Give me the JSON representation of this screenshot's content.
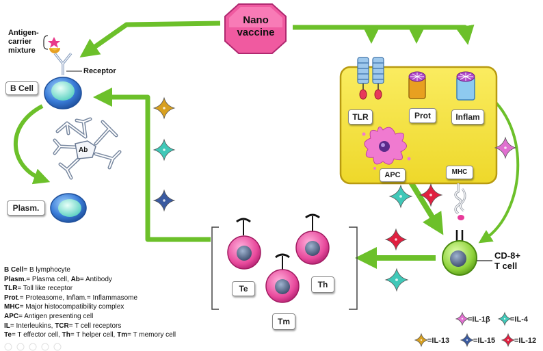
{
  "nodes": {
    "nano_vaccine": [
      "Nano",
      "vaccine"
    ],
    "antigen_mixture": [
      "Antigen-",
      "carrier",
      "mixture"
    ],
    "receptor": "Receptor",
    "b_cell": "B Cell",
    "ab": "Ab",
    "plasm": "Plasm.",
    "tlr": "TLR",
    "prot": "Prot",
    "inflam": "Inflam",
    "apc": "APC",
    "mhc": "MHC",
    "cd8": [
      "CD-8+",
      "T cell"
    ],
    "te": "Te",
    "th": "Th",
    "tm": "Tm"
  },
  "legend": [
    {
      "term": "B Cell",
      "def": "= B lymphocyte"
    },
    {
      "term": "Plasm.",
      "def": "= Plasma cell, ",
      "term2": "Ab",
      "def2": "= Antibody"
    },
    {
      "term": "TLR",
      "def": "= Toll like receptor"
    },
    {
      "term": "Prot",
      "def": ".= Proteasome, Inflam.= Inflammasome"
    },
    {
      "term": "MHC",
      "def": "= Major histocompatibility complex"
    },
    {
      "term": "APC",
      "def": "= Antigen presenting cell"
    },
    {
      "term": "IL",
      "def": "= Interleukins, ",
      "term2": "TCR",
      "def2": "= T cell receptors"
    },
    {
      "term": "Te",
      "def": "= T effector cell, ",
      "term2": "Th",
      "def2": "= T helper cell, ",
      "term3": "Tm",
      "def3": "= T memory cell"
    }
  ],
  "interleukins": [
    {
      "label": "=IL-1β",
      "color": "#e070d0"
    },
    {
      "label": "=IL-4",
      "color": "#40c8b8"
    },
    {
      "label": "=IL-13",
      "color": "#d8a020"
    },
    {
      "label": "=IL-15",
      "color": "#3a5aa0"
    },
    {
      "label": "=IL-12",
      "color": "#e02040"
    }
  ],
  "colors": {
    "arrow": "#6cc02a",
    "nano": "#f05aa0",
    "apc_box": "#f3e23a",
    "b_cell": "#3a7cd8",
    "t_cell": "#e84a9c",
    "cd8_cell": "#8ed23a"
  }
}
